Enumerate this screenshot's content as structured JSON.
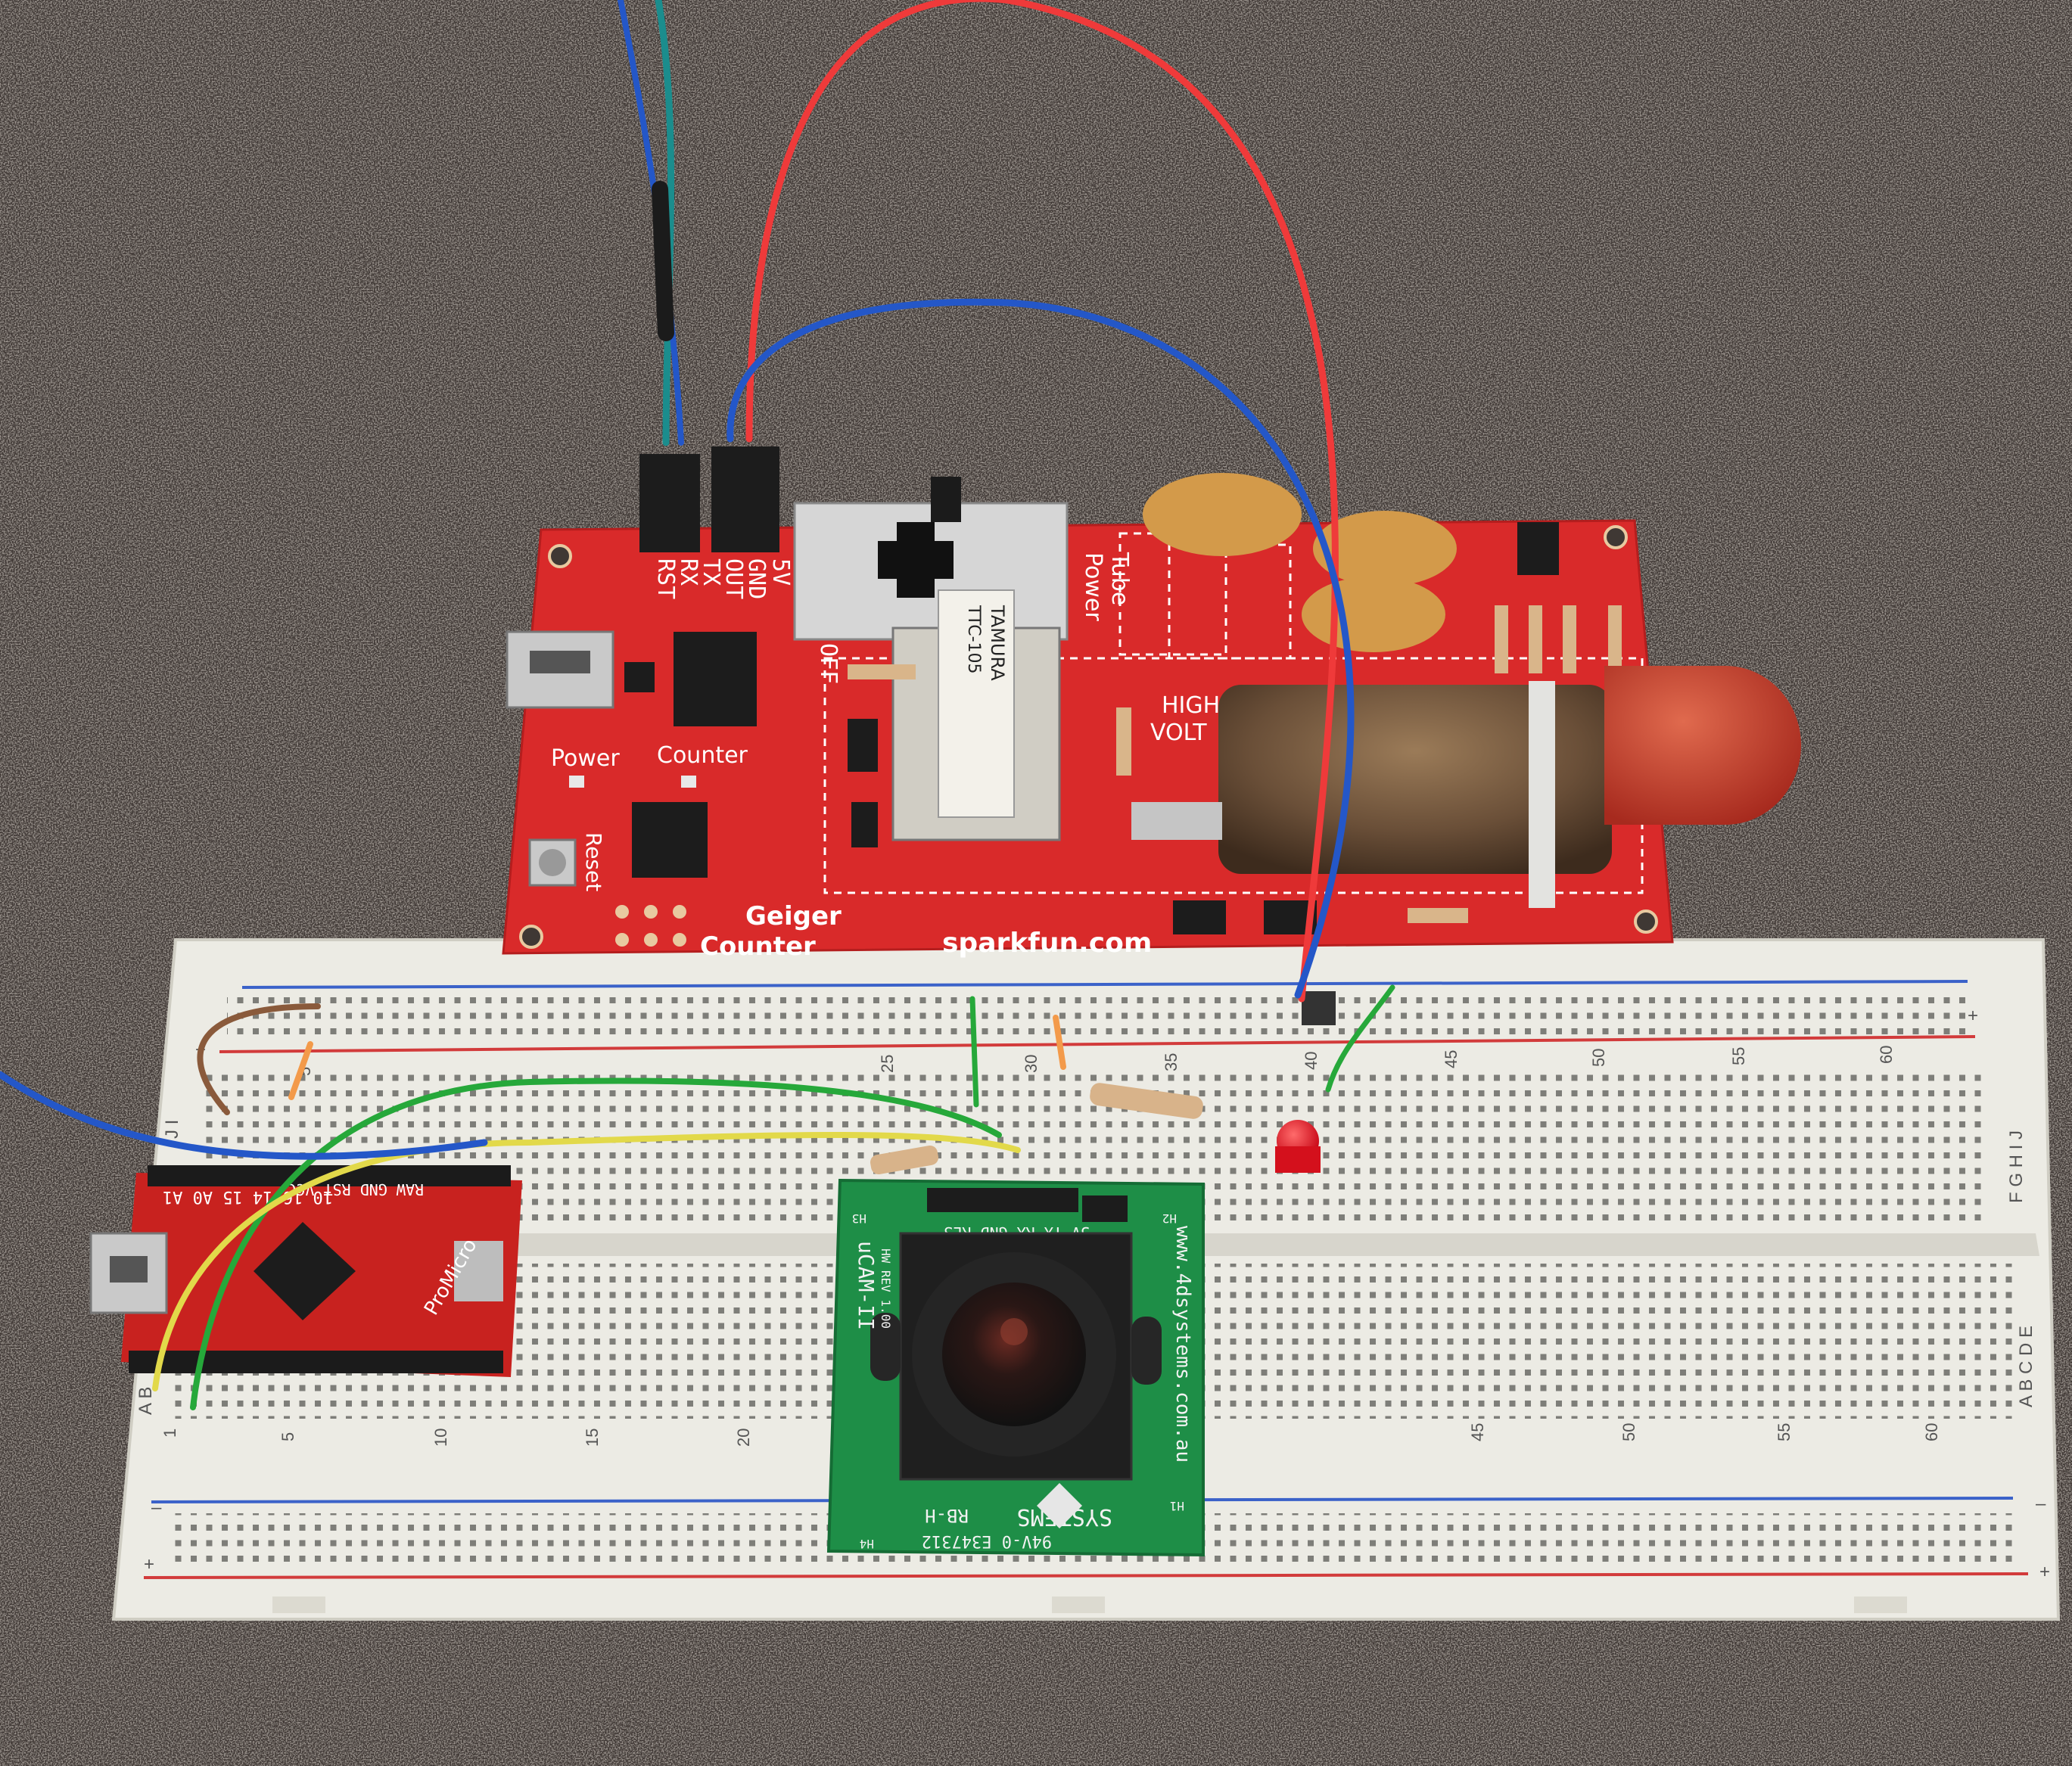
{
  "geiger_board": {
    "header_labels": [
      "RST",
      "RX",
      "TX",
      "OUT",
      "GND",
      "5V"
    ],
    "tube_power": "Tube\nPower",
    "off_label": "OFF",
    "high_label": "HIGH",
    "volt_label": "VOLT",
    "power_label": "Power",
    "counter_label": "Counter",
    "reset_label": "Reset",
    "title_line1": "Geiger",
    "title_line2": "Counter",
    "brand": "sparkfun.com",
    "transformer_brand": "TAMURA",
    "transformer_model": "TTC-105",
    "colors": {
      "pcb": "#d92a2a",
      "silk": "#ffffff"
    }
  },
  "promicro": {
    "label": "ProMicro",
    "pins_top": "10 16 14 15 A0 A1",
    "pins_bottom": "RAW GND RST VCC"
  },
  "camera": {
    "pin_labels": "5V TX RX GND RES",
    "model": "uCAM-II",
    "rev": "HW REV 1.00",
    "url": "www.4dsystems.com.au",
    "maker": "SYSTEMS",
    "pcb_code": "RB-H",
    "ul": "94V-0 E347312",
    "h_labels": [
      "H1",
      "H2",
      "H3",
      "H4"
    ]
  },
  "breadboard": {
    "top_numbers": [
      "5",
      "25",
      "30",
      "35",
      "40",
      "45",
      "50",
      "55",
      "60"
    ],
    "bottom_numbers": [
      "1",
      "5",
      "10",
      "15",
      "20",
      "45",
      "50",
      "55",
      "60"
    ],
    "right_letters_top": "F G H I J",
    "right_letters_bottom": "A B C D E",
    "left_letters_top": "J I",
    "left_letters_bottom": "A B",
    "plus": "+",
    "minus": "–"
  }
}
